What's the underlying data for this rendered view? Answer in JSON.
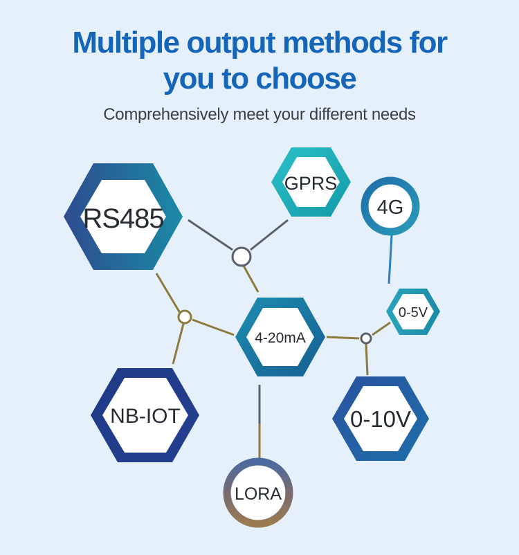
{
  "header": {
    "title_line1": "Multiple output methods for",
    "title_line2": "you to choose",
    "subtitle": "Comprehensively meet your different needs"
  },
  "nodes": {
    "rs485": "RS485",
    "gprs": "GPRS",
    "g4": "4G",
    "v05": "0-5V",
    "ma420": "4-20mA",
    "nbiot": "NB-IOT",
    "v010": "0-10V",
    "lora": "LORA"
  },
  "colors": {
    "title": "#1565b9",
    "background": "#e6f0fa",
    "connector_gray": "#5a6070",
    "connector_olive": "#8c7a3e",
    "connector_blue": "#2d7fc0"
  }
}
